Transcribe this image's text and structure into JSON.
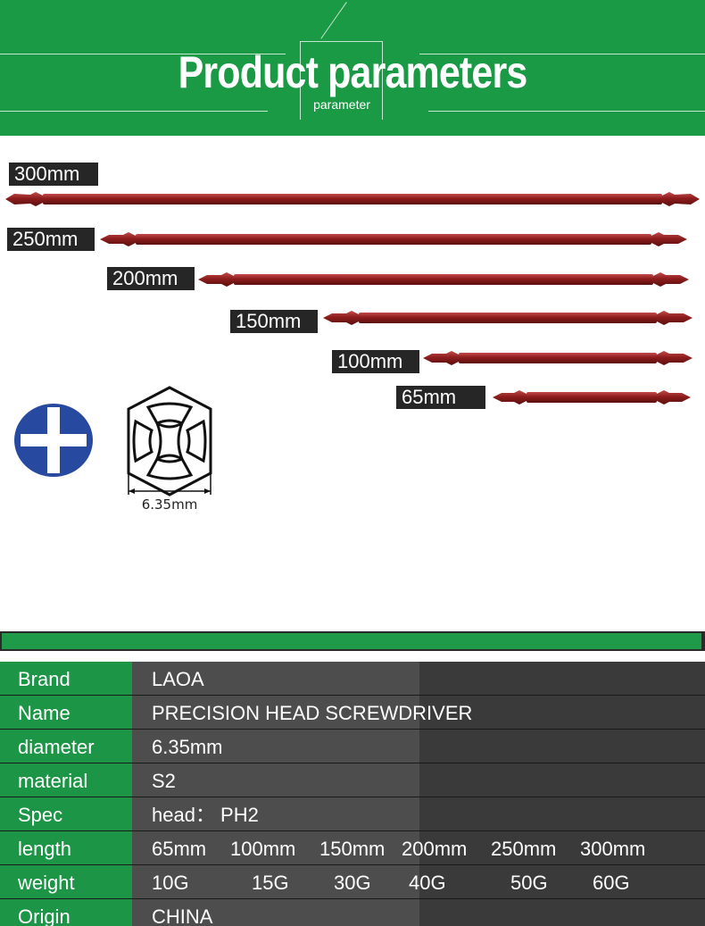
{
  "banner": {
    "title": "Product parameters",
    "subtitle": "parameter",
    "bg_color": "#1a9a45"
  },
  "lengths": [
    {
      "label": "300mm"
    },
    {
      "label": "250mm"
    },
    {
      "label": "200mm"
    },
    {
      "label": "150mm"
    },
    {
      "label": "100mm"
    },
    {
      "label": "65mm"
    }
  ],
  "icons": {
    "phillips": "phillips-cross-icon",
    "hex": "hex-shank-section-icon"
  },
  "hex_dimension": "6.35mm",
  "colors": {
    "bit_red": "#8e1d1d",
    "cross_blue": "#2749a0",
    "label_green": "#1c9646",
    "value_gray": "#4d4d4d"
  },
  "specs": [
    {
      "label": "Brand",
      "value": "LAOA"
    },
    {
      "label": "Name",
      "value": "PRECISION HEAD SCREWDRIVER"
    },
    {
      "label": "diameter",
      "value": "6.35mm"
    },
    {
      "label": " material",
      "value": "S2"
    },
    {
      "label": "Spec",
      "value": "head： PH2"
    },
    {
      "label": "length",
      "values": [
        "65mm",
        "100mm",
        "150mm",
        "200mm",
        "250mm",
        "300mm"
      ]
    },
    {
      "label": "weight",
      "values": [
        "10G",
        "15G",
        "30G",
        "40G",
        "50G",
        "60G"
      ]
    },
    {
      "label": " Origin",
      "value": "CHINA"
    }
  ]
}
